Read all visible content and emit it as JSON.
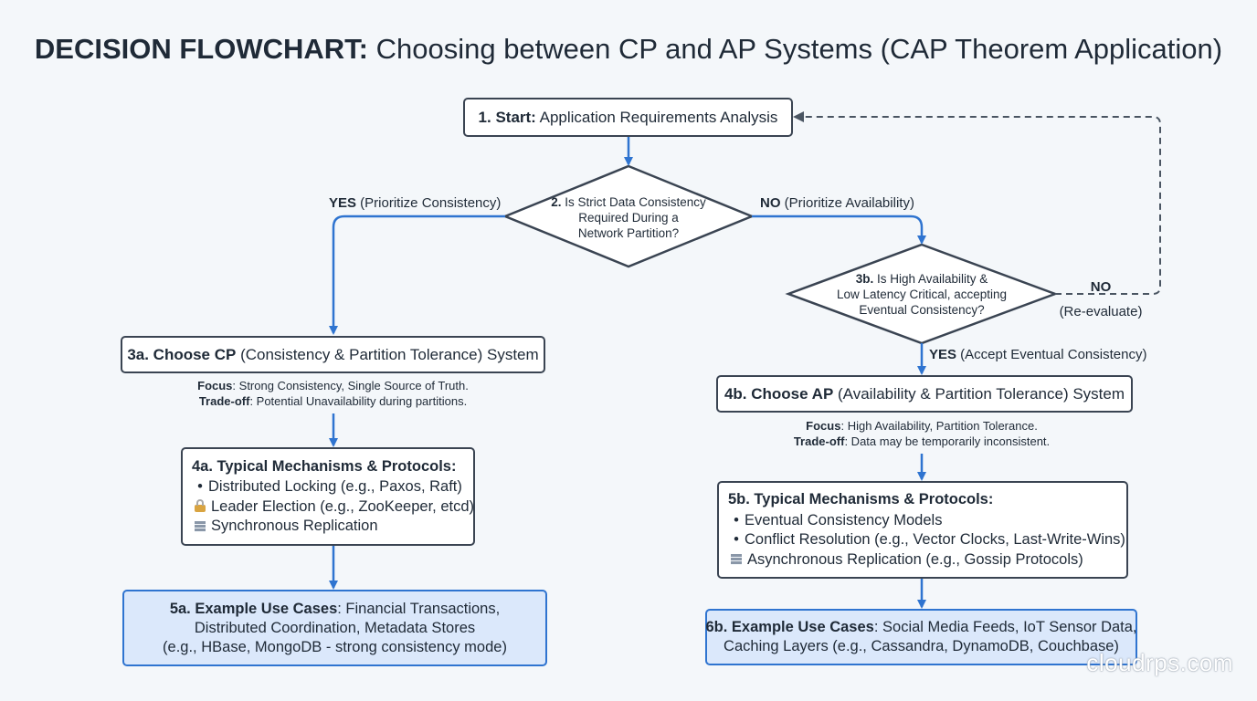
{
  "title": {
    "bold": "DECISION FLOWCHART:",
    "rest": " Choosing between CP and AP Systems (CAP Theorem Application)"
  },
  "start": {
    "bold": "1. Start:",
    "rest": " Application Requirements Analysis"
  },
  "decision2": {
    "bold": "2.",
    "line1": " Is Strict Data Consistency",
    "line2": "Required During a",
    "line3": "Network Partition?"
  },
  "yes_left": {
    "bold": "YES",
    "rest": " (Prioritize Consistency)"
  },
  "no_right": {
    "bold": "NO",
    "rest": " (Prioritize Availability)"
  },
  "decision3b": {
    "bold": "3b.",
    "line1": " Is High Availability &",
    "line2": "Low Latency Critical, accepting",
    "line3": "Eventual Consistency?"
  },
  "no_reevaluate": {
    "bold": "NO",
    "rest": "(Re-evaluate)"
  },
  "yes_eventual": {
    "bold": "YES",
    "rest": " (Accept Eventual Consistency)"
  },
  "box3a": {
    "bold": "3a. Choose CP",
    "rest": " (Consistency & Partition Tolerance) System"
  },
  "note3a": {
    "focus_label": "Focus",
    "focus_text": ": Strong Consistency, Single Source of Truth.",
    "tradeoff_label": "Trade-off",
    "tradeoff_text": ": Potential Unavailability during partitions."
  },
  "box4a": {
    "heading": "4a. Typical Mechanisms & Protocols:",
    "items": [
      {
        "icon": "bullet",
        "text": "Distributed Locking (e.g., Paxos, Raft)"
      },
      {
        "icon": "lock-icon",
        "text": "Leader Election (e.g., ZooKeeper, etcd)"
      },
      {
        "icon": "server-icon",
        "text": "Synchronous Replication"
      }
    ]
  },
  "box5a": {
    "bold": "5a. Example Use Cases",
    "line1": ": Financial Transactions,",
    "line2": "Distributed Coordination, Metadata Stores",
    "line3": "(e.g., HBase, MongoDB - strong consistency mode)"
  },
  "box4b": {
    "bold": "4b. Choose AP",
    "rest": " (Availability & Partition Tolerance) System"
  },
  "note4b": {
    "focus_label": "Focus",
    "focus_text": ": High Availability, Partition Tolerance.",
    "tradeoff_label": "Trade-off",
    "tradeoff_text": ": Data may be temporarily inconsistent."
  },
  "box5b": {
    "heading": "5b. Typical Mechanisms & Protocols:",
    "items": [
      {
        "icon": "bullet",
        "text": "Eventual Consistency Models"
      },
      {
        "icon": "bullet",
        "text": "Conflict Resolution (e.g., Vector Clocks, Last-Write-Wins)"
      },
      {
        "icon": "server-icon",
        "text": "Asynchronous Replication (e.g., Gossip Protocols)"
      }
    ]
  },
  "box6b": {
    "bold": "6b. Example Use Cases",
    "line1": ": Social Media Feeds, IoT Sensor Data,",
    "line2": "Caching Layers (e.g., Cassandra, DynamoDB, Couchbase)"
  },
  "watermark": "cloudrps.com",
  "colors": {
    "arrow": "#2f74d0",
    "dashed": "#4a5562",
    "node_border": "#3a4452",
    "usecase_fill": "#dbe8fb",
    "text": "#1f2a37"
  }
}
